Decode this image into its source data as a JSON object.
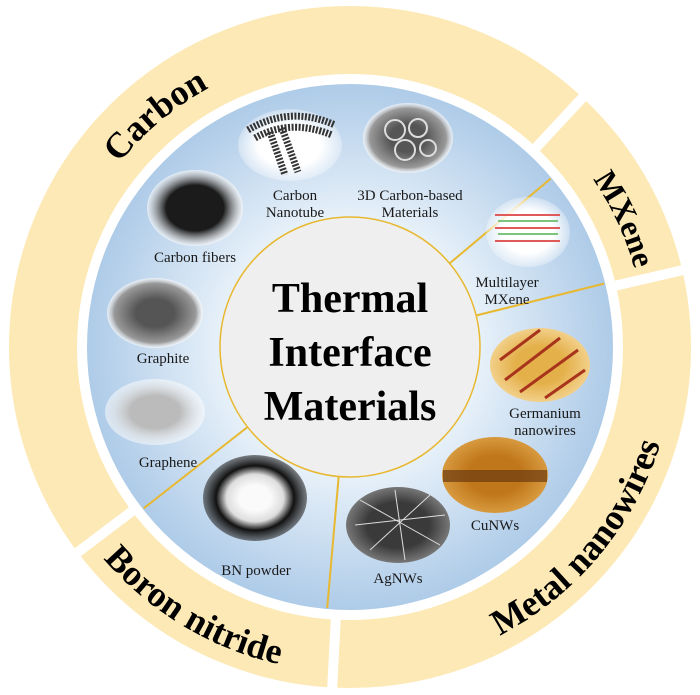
{
  "center": {
    "line1": "Thermal",
    "line2": "Interface",
    "line3": "Materials"
  },
  "categories": {
    "carbon": "Carbon",
    "mxene": "MXene",
    "metal": "Metal nanowires",
    "boron": "Boron nitride"
  },
  "materials": {
    "cnt": {
      "line1": "Carbon",
      "line2": "Nanotube"
    },
    "carbon3d": {
      "line1": "3D Carbon-based",
      "line2": "Materials"
    },
    "fibers": {
      "line1": "Carbon fibers"
    },
    "mxene": {
      "line1": "Multilayer",
      "line2": "MXene"
    },
    "graphite": {
      "line1": "Graphite"
    },
    "germanium": {
      "line1": "Germanium",
      "line2": "nanowires"
    },
    "graphene": {
      "line1": "Graphene"
    },
    "cunws": {
      "line1": "CuNWs"
    },
    "bn": {
      "line1": "BN powder"
    },
    "agnws": {
      "line1": "AgNWs"
    }
  },
  "colors": {
    "ring": "#fde9b5",
    "disk": "#bcd6ee",
    "center": "#efefef",
    "divider": "#e8b830"
  }
}
